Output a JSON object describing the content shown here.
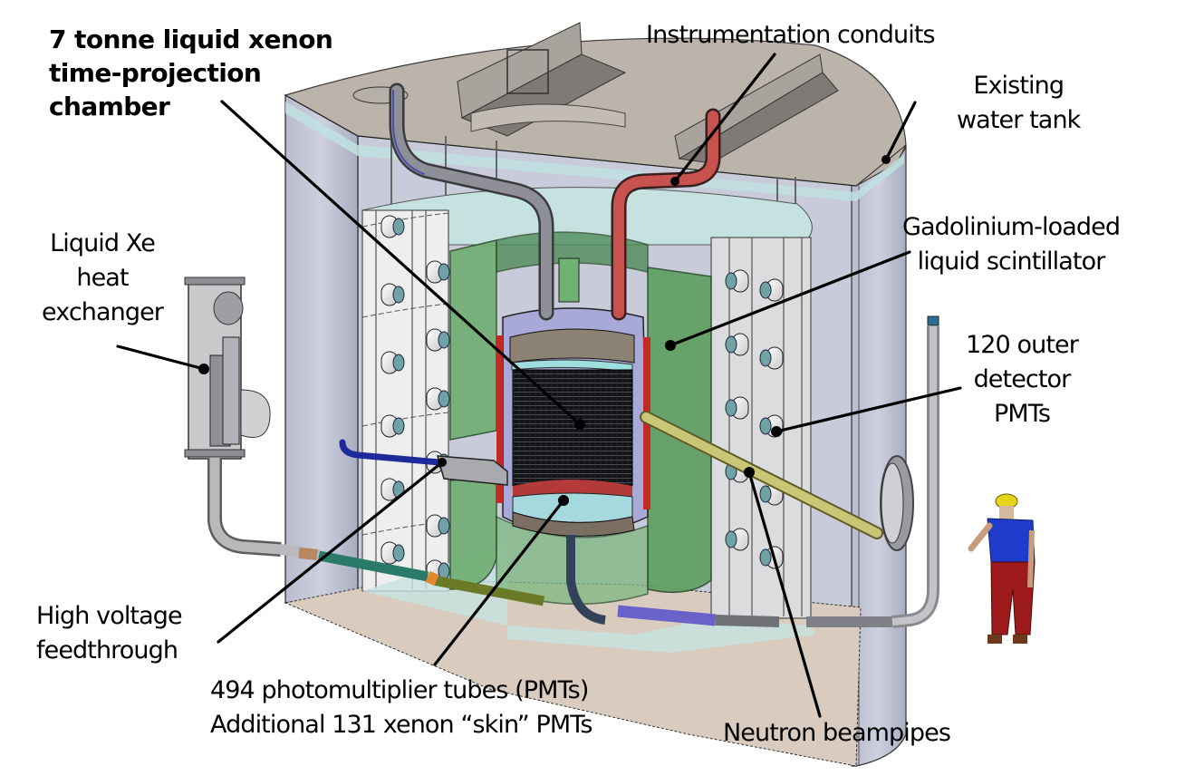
{
  "figure": {
    "subject": "LZ dark matter detector cutaway",
    "colors": {
      "tank_wall": "#c6c9d8",
      "tank_lid": "#bdb5ad",
      "water": "#c3e0df",
      "floor": "#d8cbbf",
      "scintillator": "#76b777",
      "cryostat": "#a9a9d9",
      "tpc": "#111111",
      "conduit_hot": "#c5544f",
      "conduit_cold": "#7c7c86",
      "hv_cable": "#1f2fa6",
      "beampipe": "#c9c46a",
      "leader_line": "#000000"
    }
  },
  "labels": {
    "tpc": {
      "lines": [
        "7 tonne liquid xenon",
        "time-projection",
        "chamber"
      ]
    },
    "conduits": {
      "lines": [
        "Instrumentation conduits"
      ]
    },
    "water_tank": {
      "lines": [
        "Existing",
        "water tank"
      ]
    },
    "heat_exchanger": {
      "lines": [
        "Liquid Xe",
        "heat",
        "exchanger"
      ]
    },
    "scintillator": {
      "lines": [
        "Gadolinium-loaded",
        "liquid scintillator"
      ]
    },
    "outer_pmts": {
      "lines": [
        "120 outer",
        "detector",
        "PMTs"
      ]
    },
    "hv_feedthrough": {
      "lines": [
        "High voltage",
        "feedthrough"
      ]
    },
    "pmts": {
      "lines": [
        "494 photomultiplier tubes (PMTs)",
        "Additional 131 xenon “skin” PMTs"
      ]
    },
    "beampipes": {
      "lines": [
        "Neutron beampipes"
      ]
    }
  }
}
